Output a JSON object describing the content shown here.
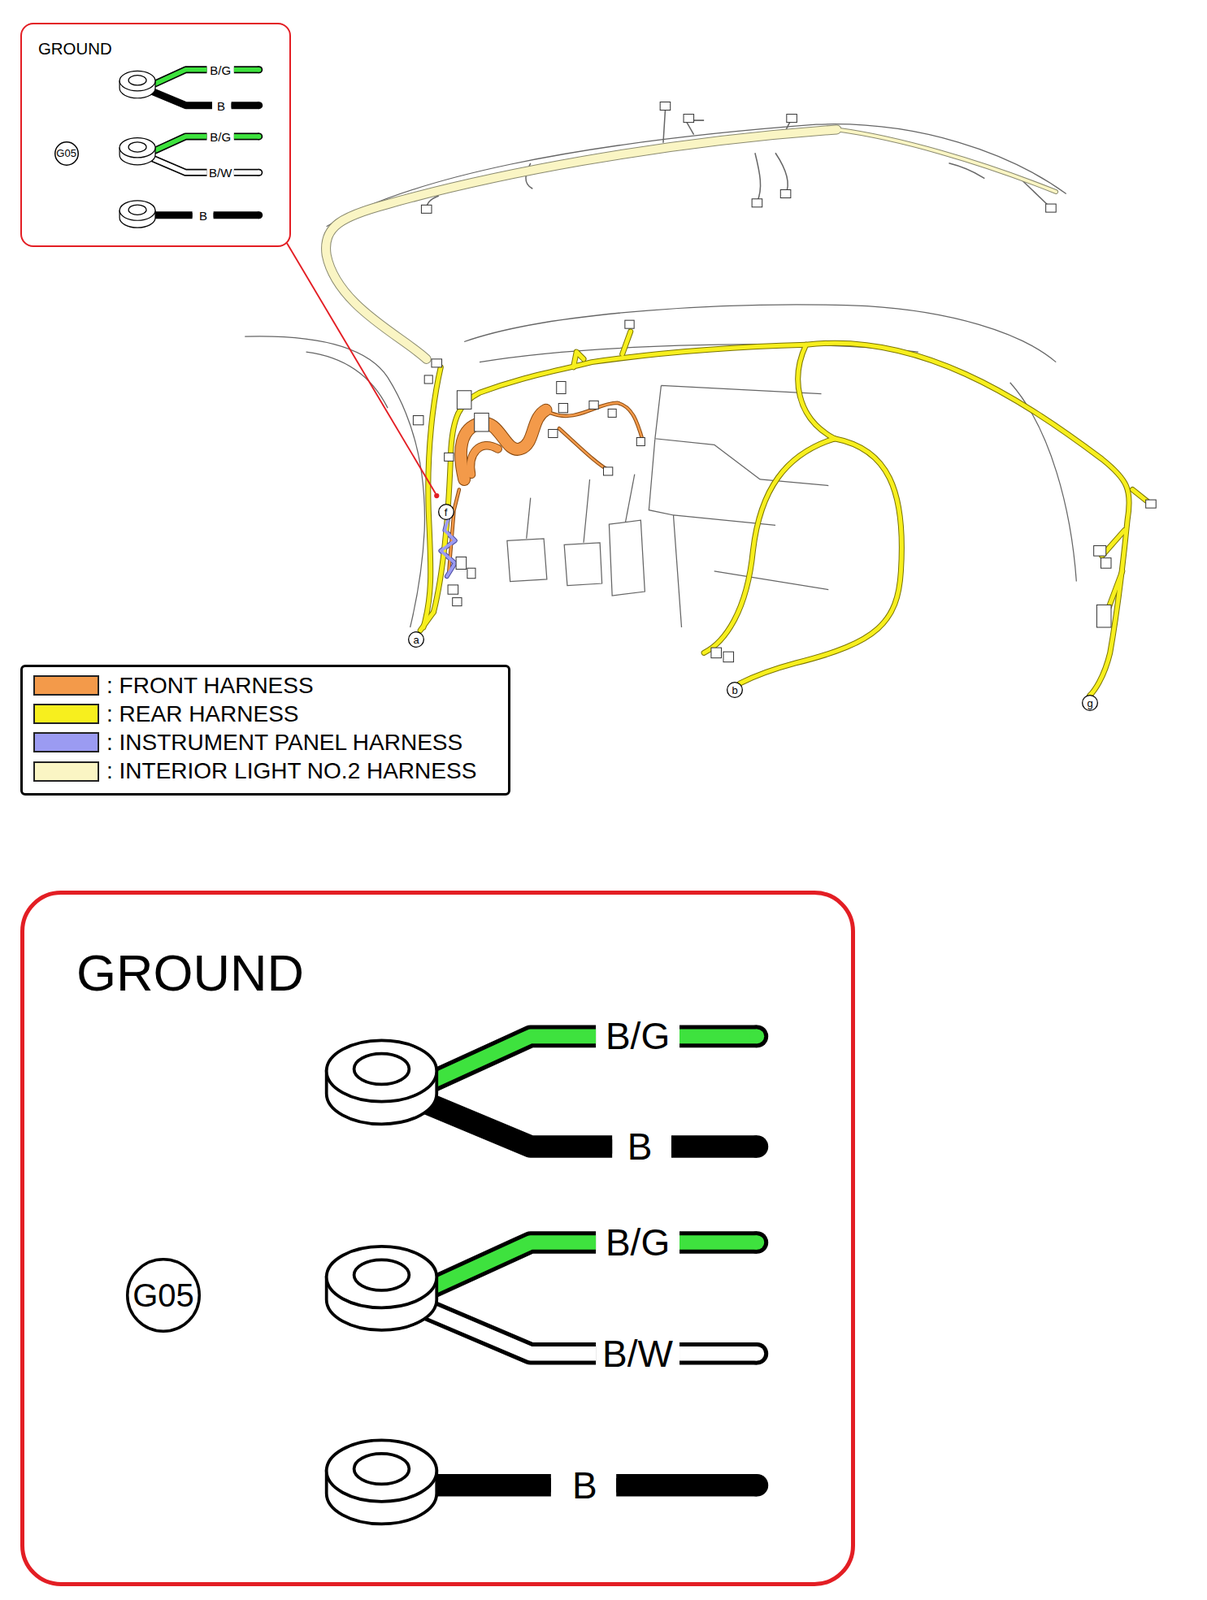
{
  "diagram": {
    "nodes": [
      {
        "text": [
          "GROUND"
        ]
      },
      {
        "text": [
          "G05"
        ],
        "in": 0
      },
      {
        "text": [
          "f"
        ]
      },
      {
        "text": [
          "a"
        ]
      },
      {
        "text": [
          "b"
        ]
      },
      {
        "text": [
          "g"
        ]
      },
      {
        "text": [
          "GROUND"
        ]
      },
      {
        "text": [
          "G05"
        ],
        "in": 6
      }
    ],
    "labels": [
      "B/G",
      "B",
      "B/G",
      "B/W",
      "B",
      "B/G",
      "B",
      "B/G",
      "B/W",
      "B"
    ],
    "legend": [
      {
        "text": ": FRONT HARNESS",
        "color": "#f39a4a"
      },
      {
        "text": ": REAR HARNESS",
        "color": "#f7ef1e"
      },
      {
        "text": ": INSTRUMENT PANEL HARNESS",
        "color": "#9b9bf2"
      },
      {
        "text": ": INTERIOR LIGHT NO.2 HARNESS",
        "color": "#faf5c4"
      }
    ]
  }
}
